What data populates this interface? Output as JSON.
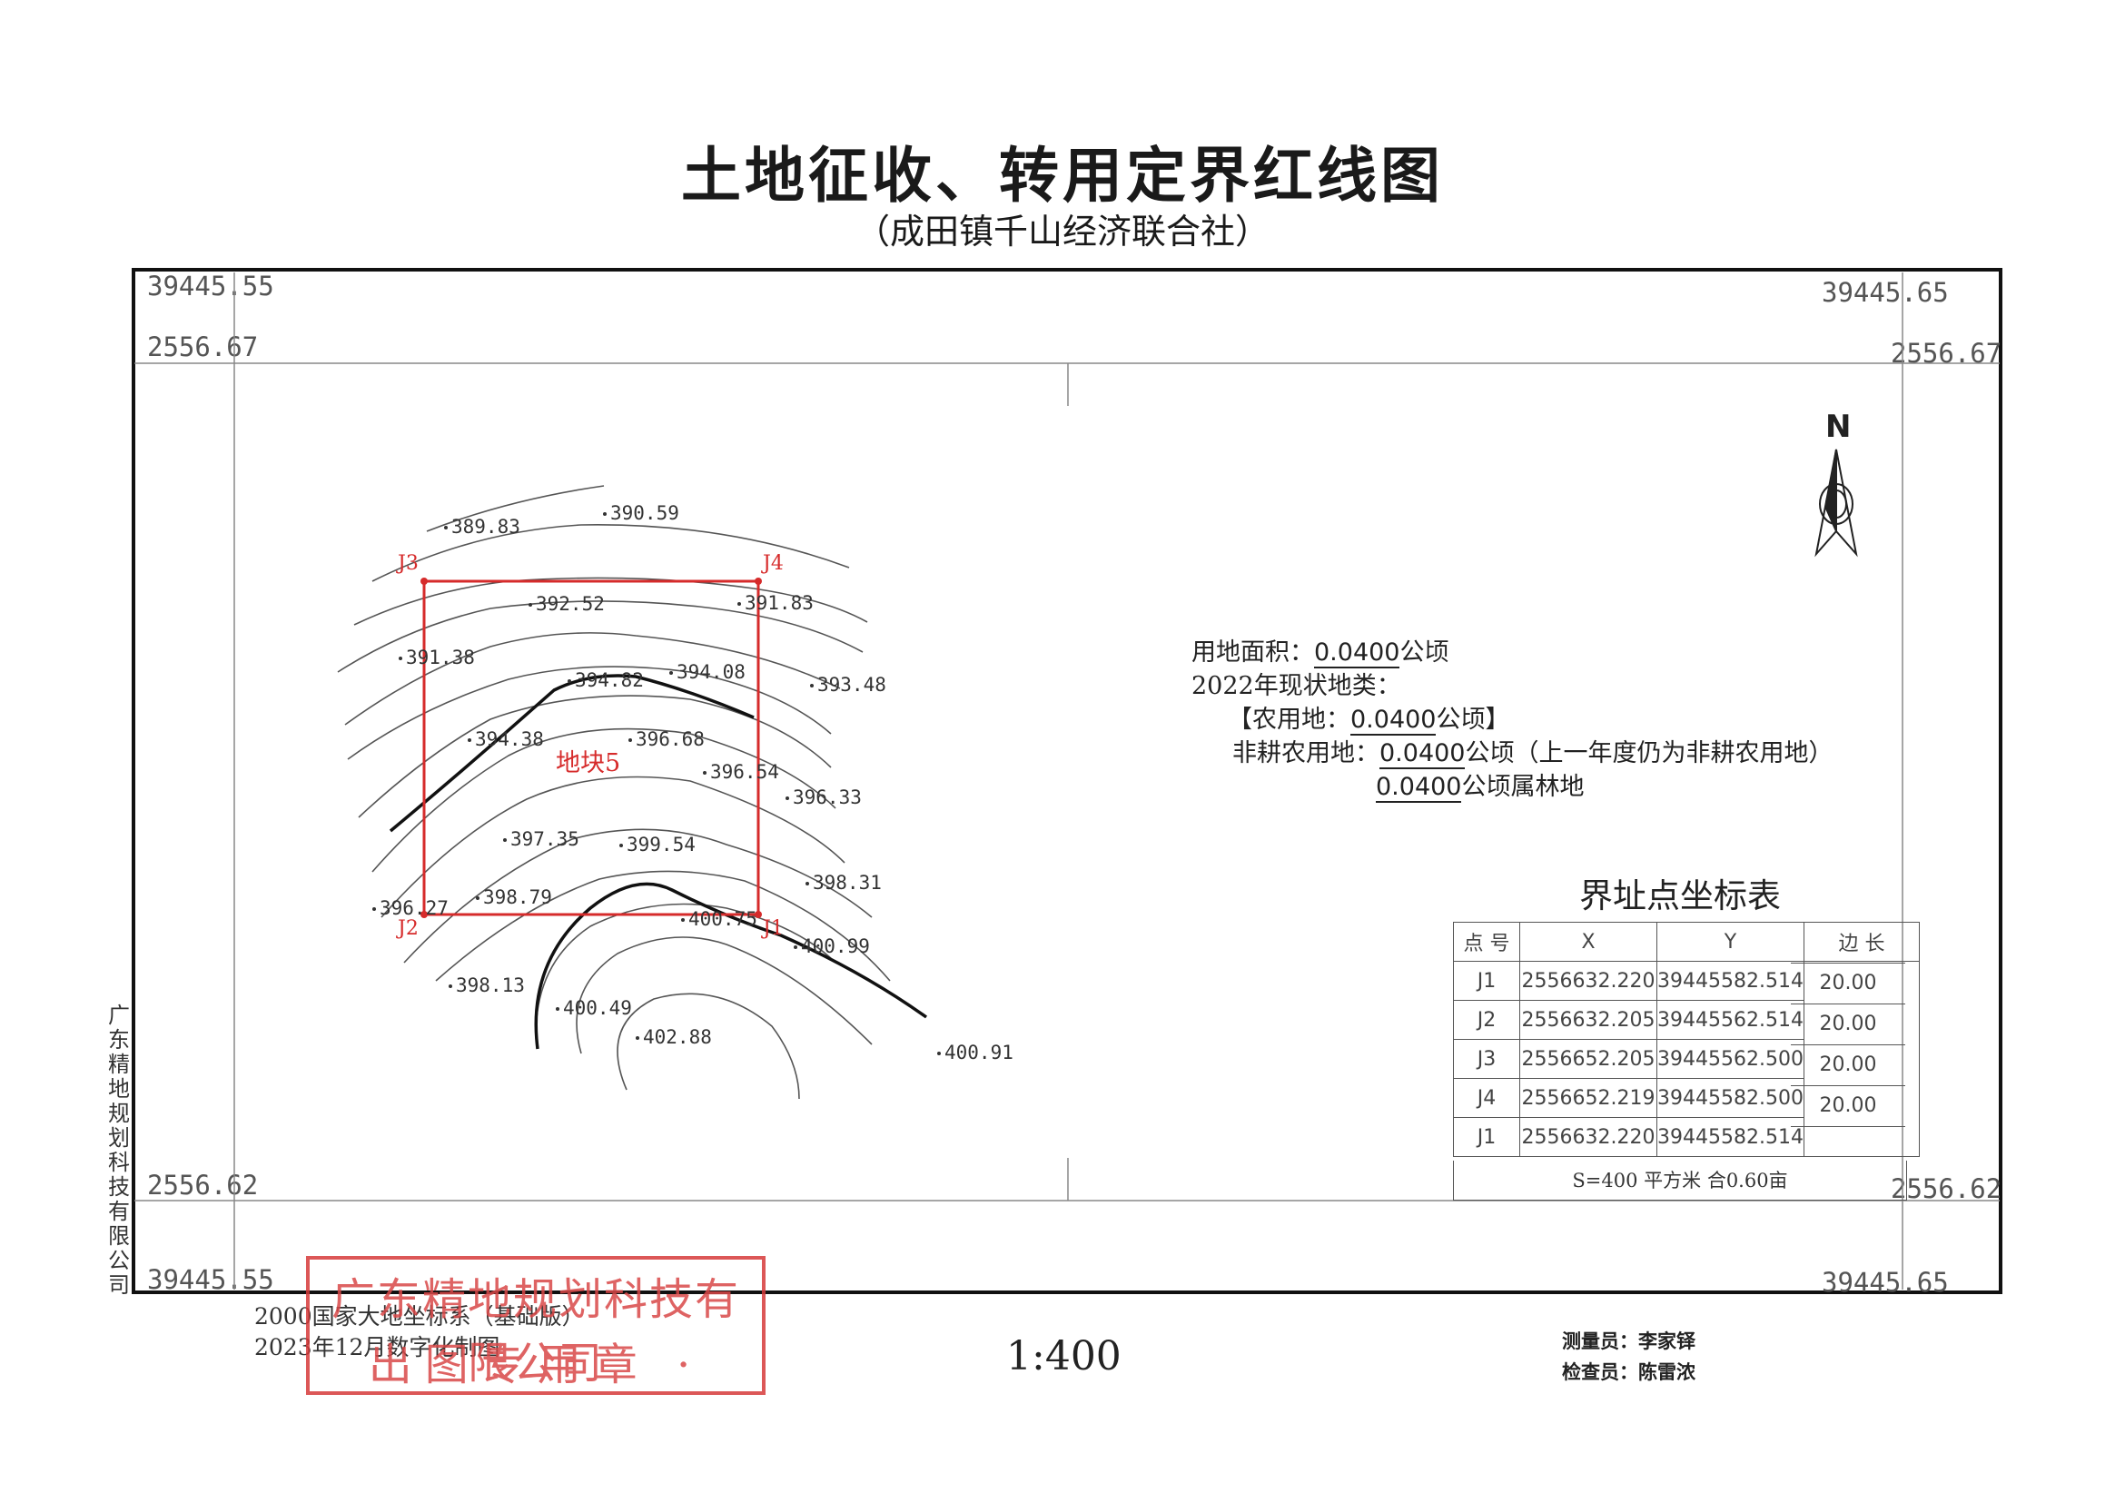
{
  "title": "土地征收、转用定界红线图",
  "subtitle": "（成田镇千山经济联合社）",
  "frame_coords": {
    "top_left_y": "39445.55",
    "top_right_y": "39445.65",
    "bottom_left_y": "39445.55",
    "bottom_right_y": "39445.65",
    "left_top_x": "2556.67",
    "right_top_x": "2556.67",
    "left_bottom_x": "2556.62",
    "right_bottom_x": "2556.62"
  },
  "north_label": "N",
  "map": {
    "parcel_label": "地块5",
    "points": [
      {
        "id": "J1",
        "label": "J1"
      },
      {
        "id": "J2",
        "label": "J2"
      },
      {
        "id": "J3",
        "label": "J3"
      },
      {
        "id": "J4",
        "label": "J4"
      }
    ],
    "elevations": [
      "389.83",
      "390.59",
      "391.83",
      "392.52",
      "391.38",
      "393.48",
      "394.82",
      "394.08",
      "394.38",
      "396.68",
      "396.54",
      "396.33",
      "397.35",
      "399.54",
      "398.31",
      "396.27",
      "398.79",
      "400.75",
      "400.99",
      "398.13",
      "400.49",
      "402.88",
      "400.91"
    ],
    "boundary_color": "#d62b2b",
    "contour_color": "#555555"
  },
  "info": {
    "area_label": "用地面积：",
    "area_value": "0.0400",
    "area_unit": "公顷",
    "status_label": "2022年现状地类：",
    "agri_prefix": "【农用地：",
    "agri_value": "0.0400",
    "agri_suffix": "公顷】",
    "nonfarm_label": "非耕农用地：",
    "nonfarm_value": "0.0400",
    "nonfarm_suffix": "公顷（上一年度仍为非耕农用地）",
    "forest_value": "0.0400",
    "forest_suffix": "公顷属林地"
  },
  "coord_table": {
    "title": "界址点坐标表",
    "headers": {
      "point": "点 号",
      "x": "X",
      "y": "Y",
      "edge": "边 长"
    },
    "rows": [
      {
        "point": "J1",
        "x": "2556632.220",
        "y": "39445582.514"
      },
      {
        "point": "J2",
        "x": "2556632.205",
        "y": "39445562.514"
      },
      {
        "point": "J3",
        "x": "2556652.205",
        "y": "39445562.500"
      },
      {
        "point": "J4",
        "x": "2556652.219",
        "y": "39445582.500"
      },
      {
        "point": "J1",
        "x": "2556632.220",
        "y": "39445582.514"
      }
    ],
    "edges": [
      "20.00",
      "20.00",
      "20.00",
      "20.00"
    ],
    "area_summary": "S=400  平方米  合0.60亩"
  },
  "company_vertical": "广东精地规划科技有限公司",
  "footer": {
    "crs": "2000国家大地坐标系（基础版）",
    "date": "2023年12月数字化制图",
    "scale": "1:400",
    "surveyor": "测量员：李家铎",
    "checker": "检查员：陈雷浓"
  },
  "stamp": {
    "line1": "广东精地规划科技有限公司",
    "line2": "出图专用章 ·"
  }
}
